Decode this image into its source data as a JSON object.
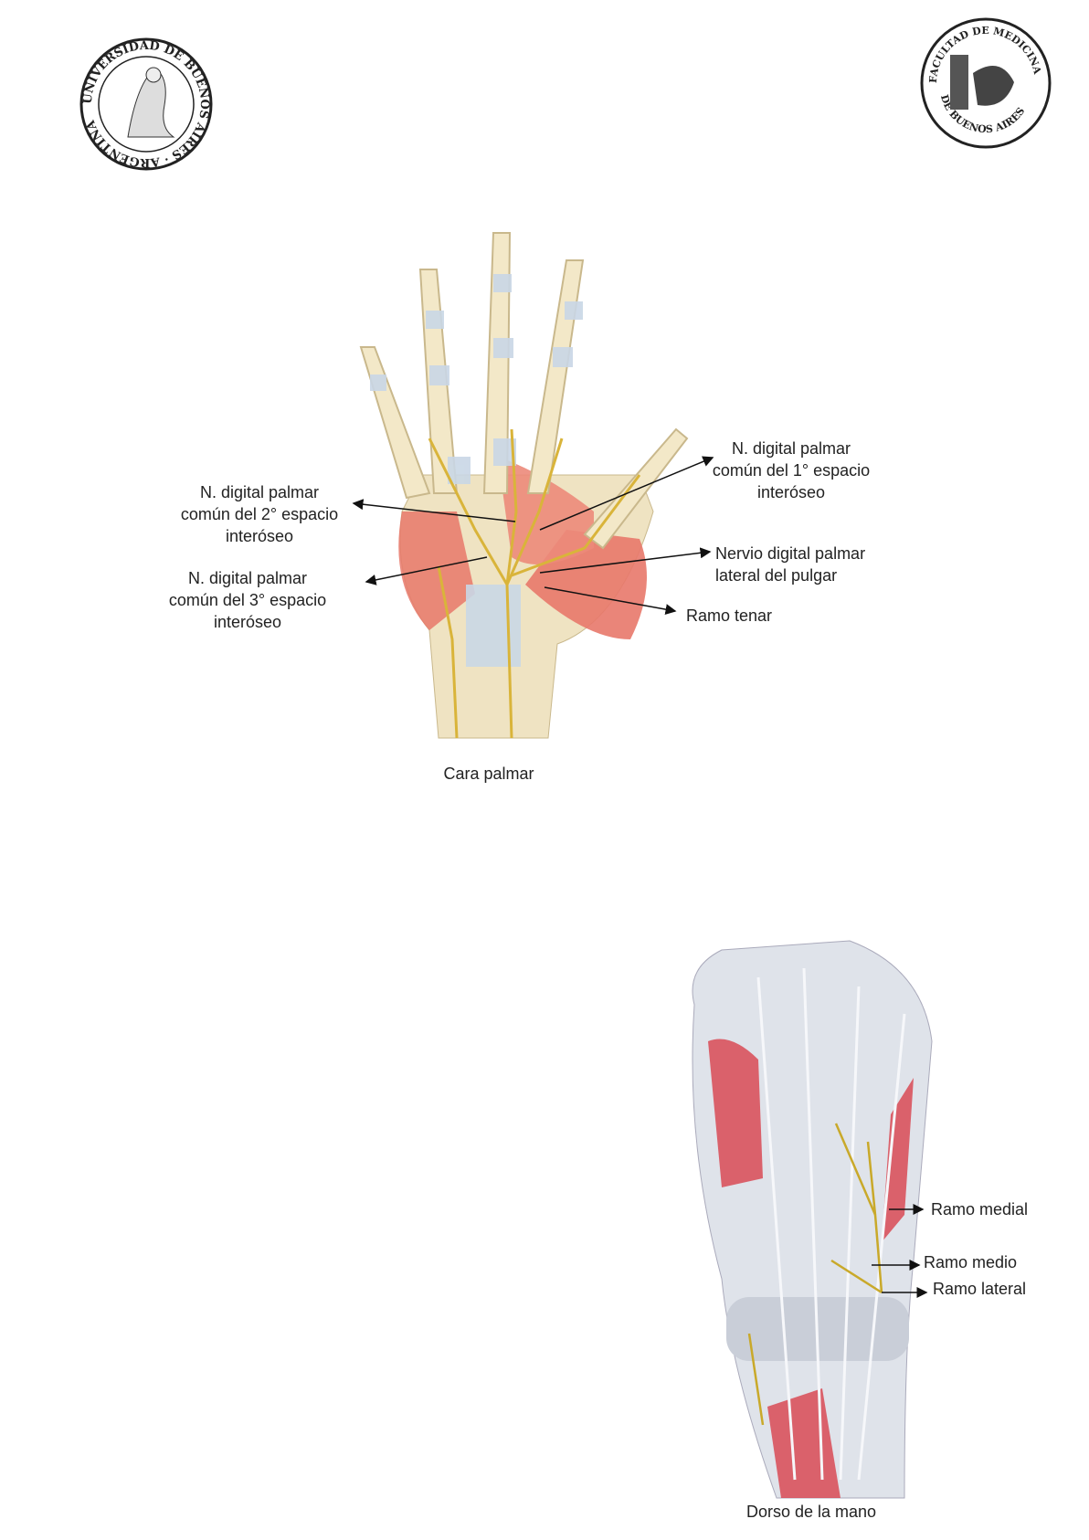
{
  "header": {
    "logo_left": {
      "name": "Universidad de Buenos Aires seal",
      "text": "UNIVERSIDAD DE BUENOS AIRES · ARGENTINA"
    },
    "logo_right": {
      "name": "Facultad de Medicina seal",
      "text_top": "FACULTAD DE MEDICINA",
      "text_bottom": "DE BUENOS AIRES"
    }
  },
  "figure_palmar": {
    "caption": "Cara palmar",
    "labels": {
      "n2": [
        "N. digital palmar",
        "común del 2° espacio",
        "interóseo"
      ],
      "n3": [
        "N. digital palmar",
        "común del 3° espacio",
        "interóseo"
      ],
      "n1": [
        "N. digital palmar",
        "común del 1° espacio",
        "interóseo"
      ],
      "pulgar": [
        "Nervio digital palmar",
        "lateral del pulgar"
      ],
      "tenar": "Ramo tenar"
    }
  },
  "figure_dorsal": {
    "caption": "Dorso de la mano",
    "labels": {
      "medial": "Ramo medial",
      "medio": "Ramo medio",
      "lateral": "Ramo lateral"
    }
  },
  "colors": {
    "muscle": "#e8786a",
    "nerve": "#d9b43a",
    "bone": "#f1e6c4",
    "tendon": "#d5dde6",
    "vessel": "#8fb2d6"
  }
}
